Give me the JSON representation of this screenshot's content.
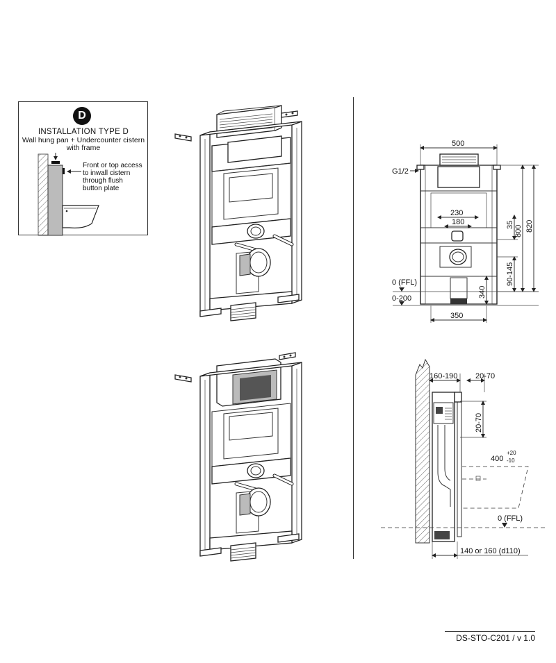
{
  "info_box": {
    "badge": "D",
    "title": "INSTALLATION TYPE D",
    "description": "Wall hung pan + Undercounter cistern\nwith frame",
    "access_note": "Front or top access\nto inwall cistern\nthrough flush\nbutton plate"
  },
  "front_view": {
    "dim_width_top": "500",
    "dim_inlet": "G1/2",
    "dim_230": "230",
    "dim_180": "180",
    "dim_35": "35",
    "dim_800": "800",
    "dim_820": "820",
    "dim_90_145": "90-145",
    "dim_340": "340",
    "dim_ffl": "0 (FFL)",
    "dim_0_200": "0-200",
    "dim_350": "350"
  },
  "side_view": {
    "dim_160_190": "160-190",
    "dim_20_70_top": "20-70",
    "dim_20_70_side": "20-70",
    "dim_400": "400",
    "dim_400_plus": "+20",
    "dim_400_minus": "-10",
    "dim_ffl": "0 (FFL)",
    "dim_bottom": "140 or 160 (d110)"
  },
  "footer": {
    "doc_code": "DS-STO-C201 / v 1.0"
  }
}
